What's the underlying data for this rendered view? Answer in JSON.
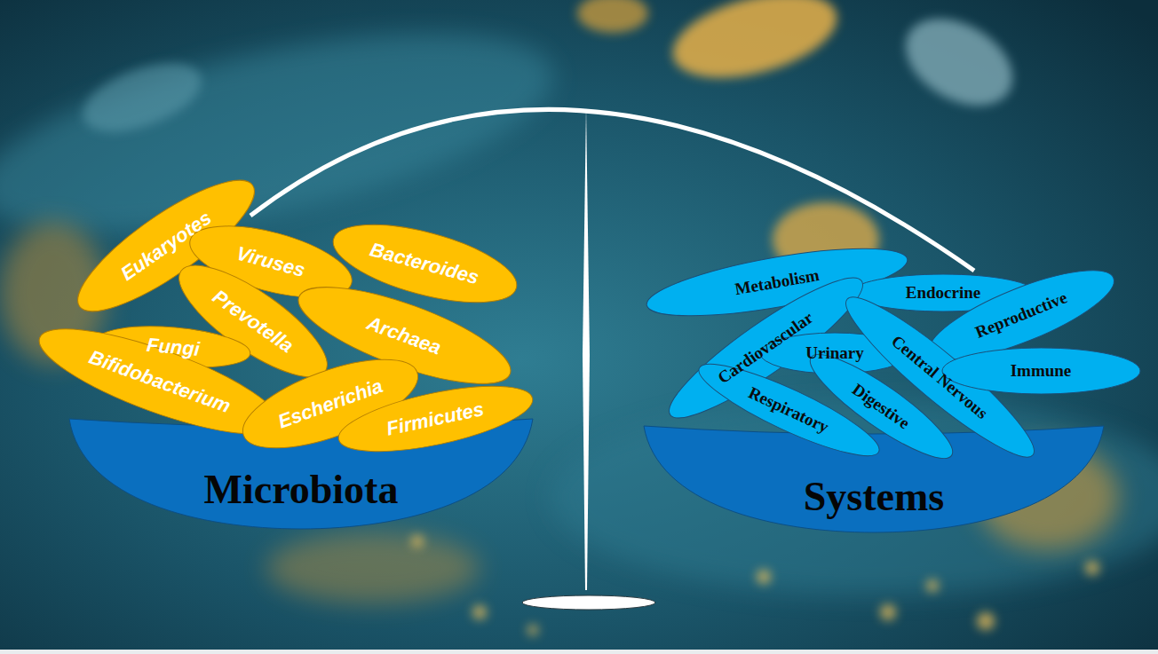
{
  "diagram": {
    "nodes": [
      {
        "text": [
          "Microbiota"
        ]
      },
      {
        "text": [
          "Eukaryotes"
        ]
      },
      {
        "text": [
          "Viruses"
        ]
      },
      {
        "text": [
          "Bacteroides"
        ]
      },
      {
        "text": [
          "Prevotella"
        ]
      },
      {
        "text": [
          "Archaea"
        ]
      },
      {
        "text": [
          "Fungi"
        ]
      },
      {
        "text": [
          "Bifidobacterium"
        ]
      },
      {
        "text": [
          "Escherichia"
        ]
      },
      {
        "text": [
          "Firmicutes"
        ]
      },
      {
        "text": [
          "Systems"
        ]
      },
      {
        "text": [
          "Metabolism"
        ]
      },
      {
        "text": [
          "Endocrine"
        ]
      },
      {
        "text": [
          "Reproductive"
        ]
      },
      {
        "text": [
          "Cardiovascular"
        ]
      },
      {
        "text": [
          "Urinary"
        ]
      },
      {
        "text": [
          "Central Nervous"
        ]
      },
      {
        "text": [
          "Immune"
        ]
      },
      {
        "text": [
          "Digestive"
        ]
      },
      {
        "text": [
          "Respiratory"
        ]
      }
    ]
  }
}
